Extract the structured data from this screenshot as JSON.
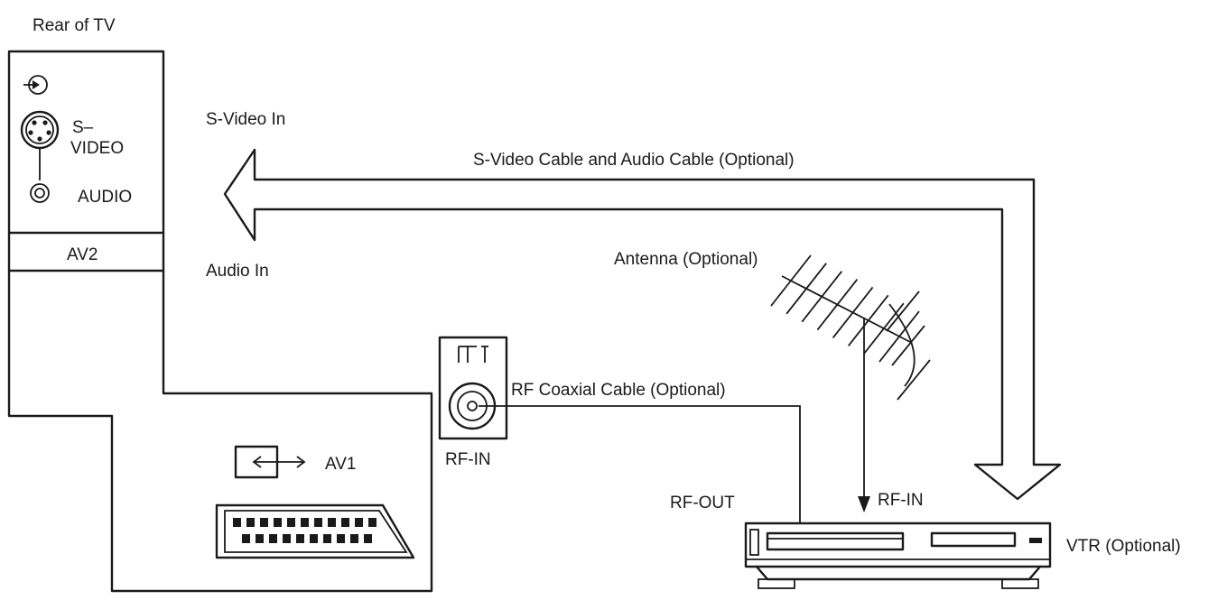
{
  "labels": {
    "rear_of_tv": "Rear of TV",
    "s_video_1": "S–",
    "s_video_2": "VIDEO",
    "audio": "AUDIO",
    "av2": "AV2",
    "av1": "AV1",
    "s_video_in": "S-Video In",
    "audio_in": "Audio In",
    "svideo_audio_cable": "S-Video Cable and Audio Cable (Optional)",
    "antenna": "Antenna (Optional)",
    "rf_coaxial_cable": "RF Coaxial Cable (Optional)",
    "rf_in_tv": "RF-IN",
    "rf_out": "RF-OUT",
    "rf_in_vtr": "RF-IN",
    "vtr": "VTR (Optional)"
  },
  "icons": {
    "input_jack": "input-arrow-icon",
    "s_video_connector": "mini-din-icon",
    "audio_jack": "rca-jack-icon",
    "antenna_symbol": "antenna-t-icon",
    "av_switch": "double-arrow-icon",
    "scart": "scart-connector-icon"
  },
  "colors": {
    "ink": "#1a1a1a",
    "paper": "#ffffff"
  }
}
